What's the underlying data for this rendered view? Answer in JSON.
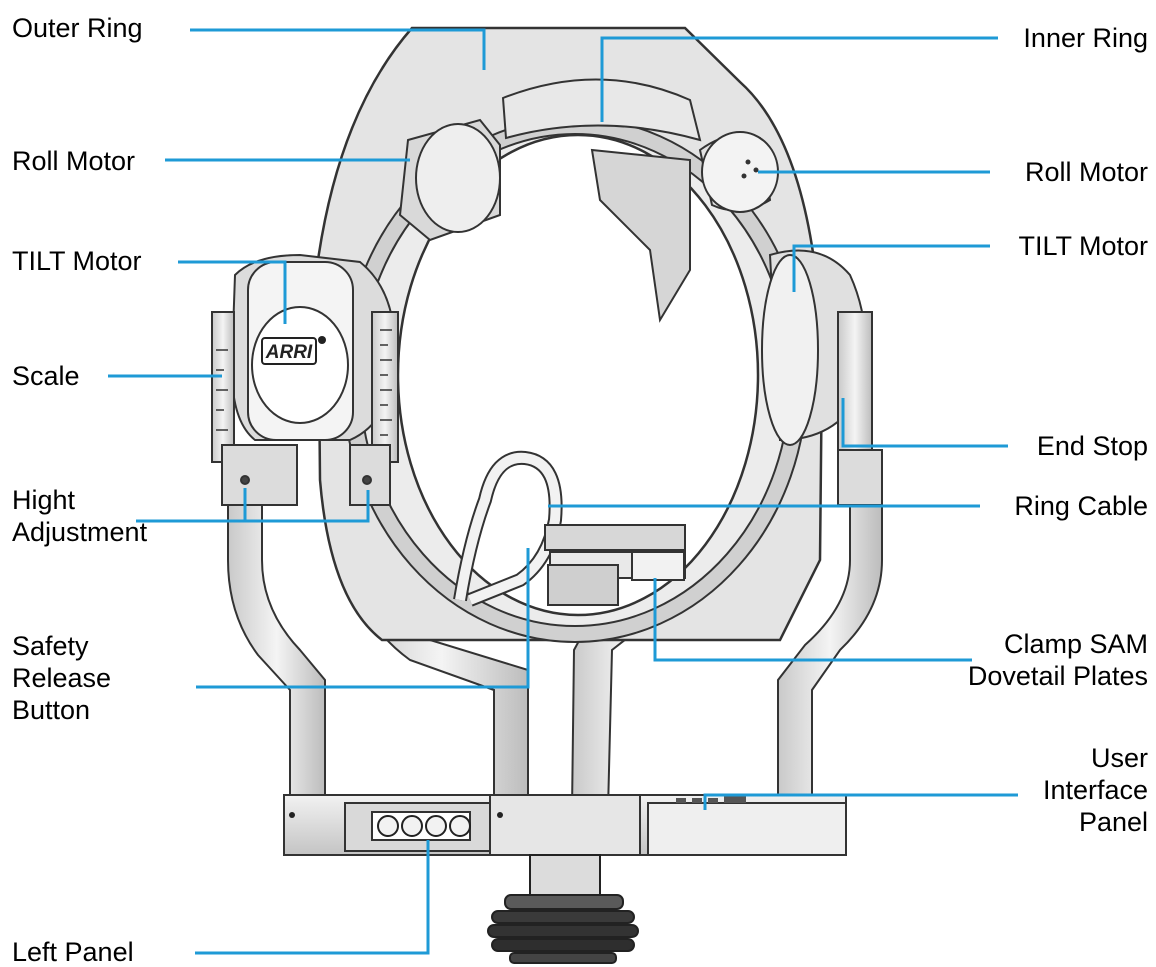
{
  "diagram": {
    "accent_color": "#1e9ad6",
    "logo_text": "ARRI",
    "labels": {
      "outer_ring": "Outer Ring",
      "inner_ring": "Inner Ring",
      "roll_motor_left": "Roll Motor",
      "roll_motor_right": "Roll Motor",
      "tilt_motor_left": "TILT Motor",
      "tilt_motor_right": "TILT Motor",
      "scale": "Scale",
      "end_stop": "End Stop",
      "height_adjustment": [
        "Hight",
        "Adjustment"
      ],
      "ring_cable": "Ring Cable",
      "clamp": [
        "Clamp SAM",
        "Dovetail Plates"
      ],
      "safety_release": [
        "Safety",
        "Release",
        "Button"
      ],
      "user_interface": [
        "User",
        "Interface",
        "Panel"
      ],
      "left_panel": "Left Panel"
    }
  }
}
